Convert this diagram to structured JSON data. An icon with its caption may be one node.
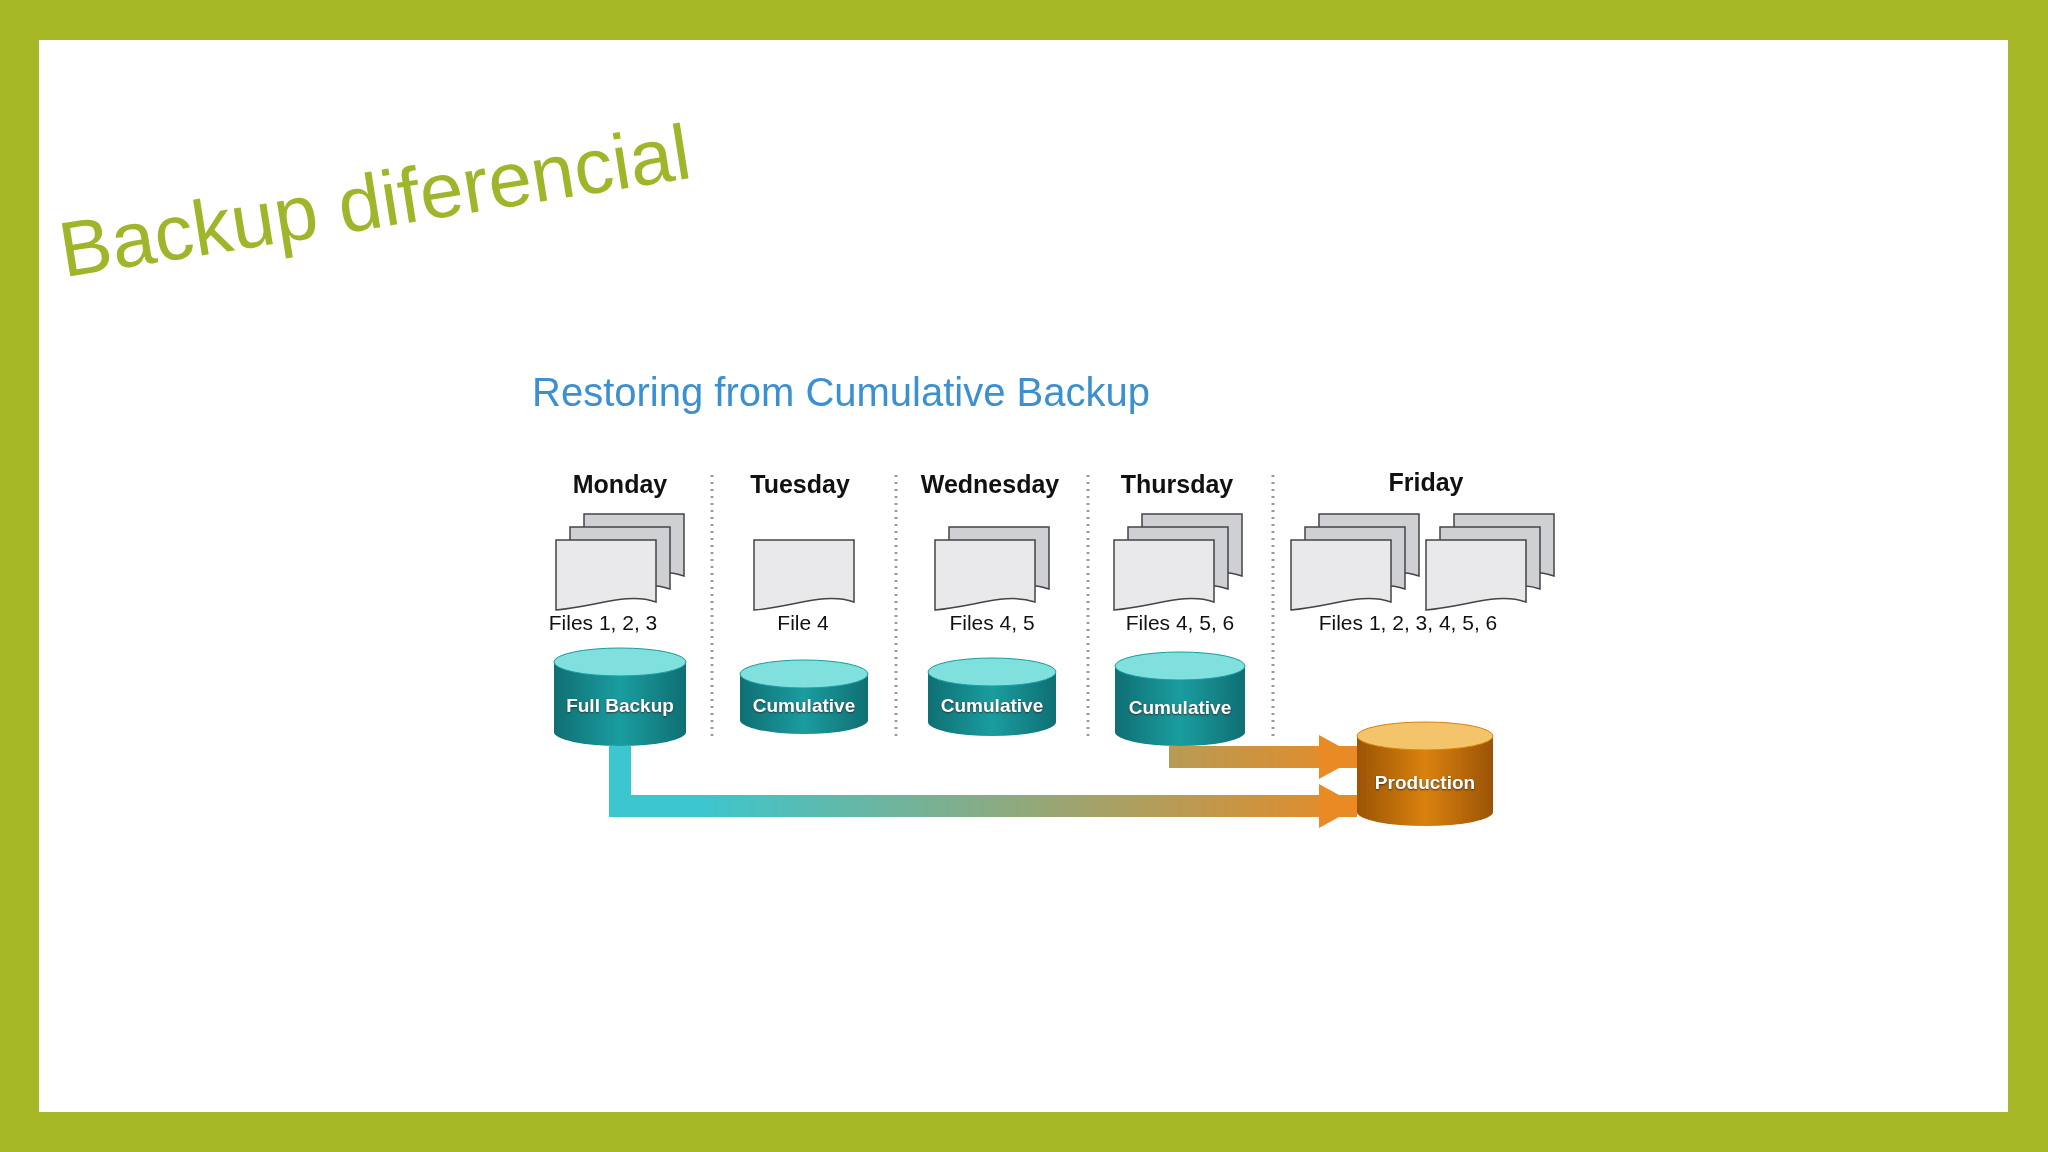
{
  "diagram": {
    "title": "Backup diferencial",
    "nodes": [
      {
        "text": [
          "Full Backup"
        ]
      },
      {
        "text": [
          "Cumulative"
        ]
      },
      {
        "text": [
          "Cumulative"
        ]
      },
      {
        "text": [
          "Cumulative"
        ]
      },
      {
        "text": [
          "Production"
        ]
      }
    ],
    "edges": [
      {
        "from": 0,
        "to": 4,
        "arrow": "to"
      },
      {
        "from": 3,
        "to": 4,
        "arrow": "to"
      }
    ],
    "labels": [
      "Restoring from Cumulative Backup",
      "Monday",
      "Tuesday",
      "Wednesday",
      "Thursday",
      "Friday",
      "Files 1, 2, 3",
      "File 4",
      "Files 4, 5",
      "Files 4, 5, 6",
      "Files 1, 2, 3, 4, 5, 6"
    ]
  }
}
